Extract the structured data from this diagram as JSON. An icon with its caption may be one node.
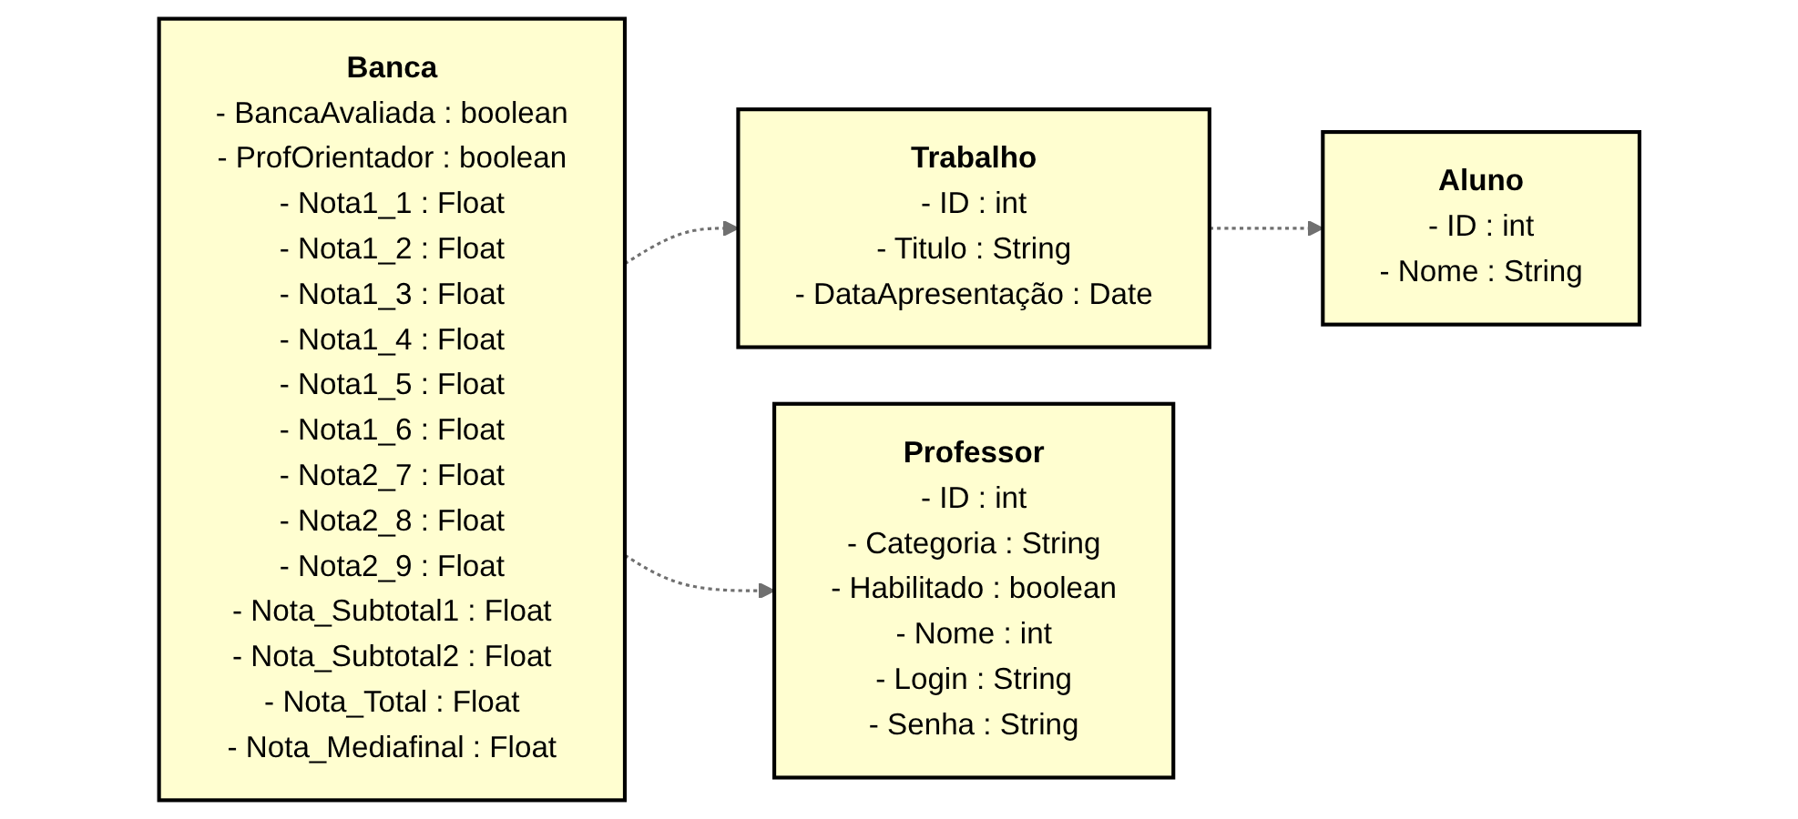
{
  "diagram": {
    "nodes": [
      {
        "text": [
          "Trabalho",
          "- ID : int",
          "- Titulo : String",
          "- DataApresentação : Date"
        ]
      },
      {
        "text": [
          "Banca",
          "- BancaAvaliada : boolean",
          "- ProfOrientador : boolean",
          "- Nota1_1 : Float",
          "- Nota1_2 : Float",
          "- Nota1_3 : Float",
          "- Nota1_4 : Float",
          "- Nota1_5 : Float",
          "- Nota1_6 : Float",
          "- Nota2_7 : Float",
          "- Nota2_8 : Float",
          "- Nota2_9 : Float",
          "- Nota_Subtotal1 : Float",
          "- Nota_Subtotal2 : Float",
          "- Nota_Total : Float",
          "- Nota_Mediafinal : Float"
        ]
      },
      {
        "text": [
          "Professor",
          "- ID : int",
          "- Categoria : String",
          "- Habilitado : boolean",
          "- Nome : int",
          "- Login : String",
          "- Senha : String"
        ]
      },
      {
        "text": [
          "Aluno",
          "- ID : int",
          "- Nome : String"
        ]
      }
    ],
    "edges": [
      {
        "from": 1,
        "to": 0,
        "arrow": "to",
        "style": "dashed"
      },
      {
        "from": 1,
        "to": 2,
        "arrow": "to",
        "style": "dashed"
      },
      {
        "from": 0,
        "to": 3,
        "arrow": "to",
        "style": "dashed"
      }
    ]
  }
}
